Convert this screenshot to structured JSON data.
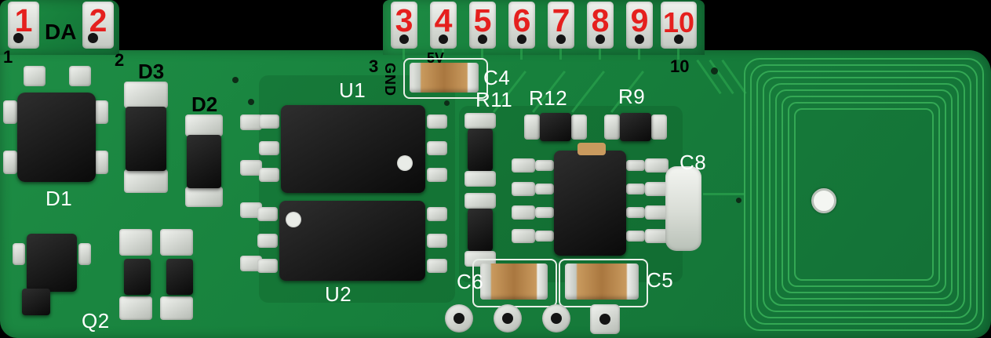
{
  "board": {
    "description": "Green RFID/NFC reader PCB module, top view photo",
    "colors": {
      "background": "#000000",
      "pcb_green": "#17803c",
      "trace_green": "#33a854",
      "pad_silver": "#d8dcd5",
      "component_black": "#141414",
      "capacitor_tan": "#c08d55",
      "pin_number_red": "#e5201e",
      "silk_white": "#ffffff",
      "silk_black": "#000000"
    }
  },
  "pins": {
    "da_label": "DA",
    "top_left": [
      "1",
      "2"
    ],
    "top_mid": [
      "3",
      "4",
      "5",
      "6",
      "7",
      "8",
      "9",
      "10"
    ],
    "silk": {
      "pin1": "1",
      "pin2": "2",
      "pin3": "3",
      "pin10": "10",
      "gnd": "GND",
      "v5": "5V"
    }
  },
  "components": {
    "d1": "D1",
    "d2": "D2",
    "d3": "D3",
    "q2": "Q2",
    "u1": "U1",
    "u2": "U2",
    "c4": "C4",
    "c5": "C5",
    "c6": "C6",
    "c8": "C8",
    "r9": "R9",
    "r11": "R11",
    "r12": "R12"
  }
}
